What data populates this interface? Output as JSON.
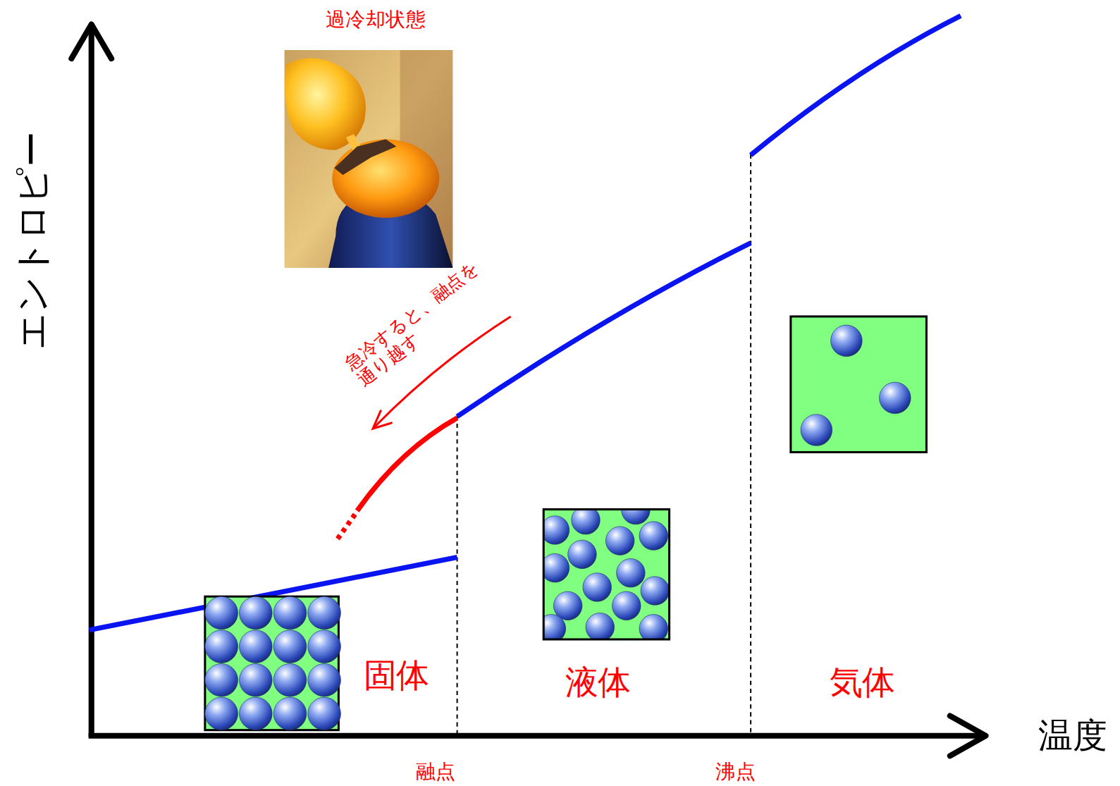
{
  "diagram": {
    "labels": [
      "過冷却状態",
      "エントロピー",
      "急冷すると、融点を 通り越す",
      "固体",
      "液体",
      "気体",
      "温度",
      "融点",
      "沸点"
    ]
  }
}
